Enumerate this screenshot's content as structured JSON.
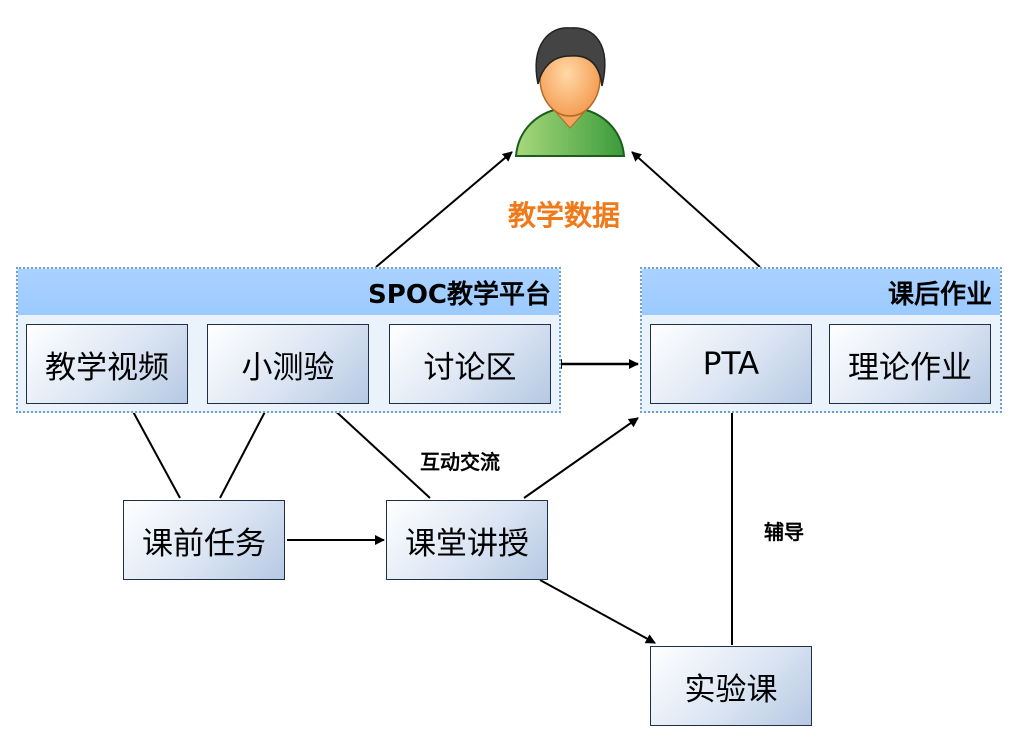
{
  "diagram": {
    "center_label": "教学数据",
    "groups": {
      "spoc": {
        "title": "SPOC教学平台"
      },
      "homework": {
        "title": "课后作业"
      }
    },
    "nodes": {
      "video": "教学视频",
      "quiz": "小测验",
      "discussion": "讨论区",
      "pta": "PTA",
      "theory_homework": "理论作业",
      "pre_class_task": "课前任务",
      "lecture": "课堂讲授",
      "lab": "实验课"
    },
    "edge_labels": {
      "interaction": "互动交流",
      "tutoring": "辅导"
    },
    "colors": {
      "group_header": "#9ccaff",
      "group_body": "#eaf3fb",
      "center_label": "#f07a1a",
      "user_body": "#4caf50",
      "user_skin": "#f6a35c",
      "user_hair": "#444444"
    },
    "icons": {
      "user": "user-icon"
    }
  }
}
